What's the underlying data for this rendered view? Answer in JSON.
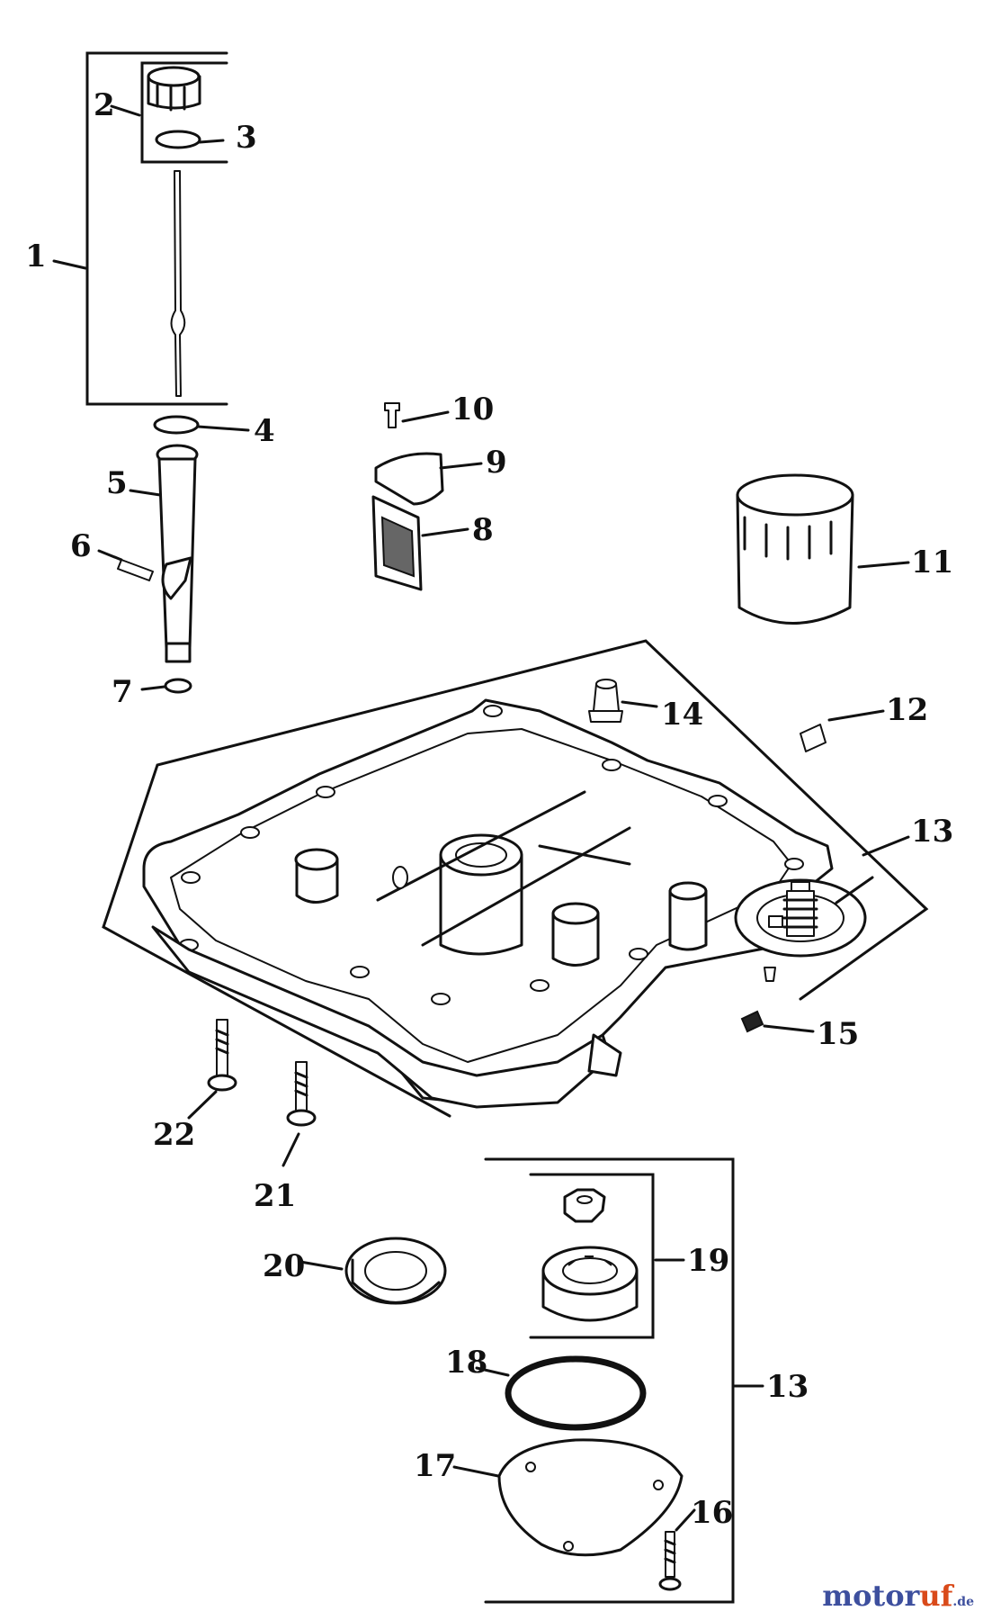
{
  "callouts": {
    "c1": "1",
    "c2": "2",
    "c3": "3",
    "c4": "4",
    "c5": "5",
    "c6": "6",
    "c7": "7",
    "c8": "8",
    "c9": "9",
    "c10": "10",
    "c11": "11",
    "c12": "12",
    "c13a": "13",
    "c13b": "13",
    "c14": "14",
    "c15": "15",
    "c16": "16",
    "c17": "17",
    "c18": "18",
    "c19": "19",
    "c20": "20",
    "c21": "21",
    "c22": "22"
  },
  "watermark": {
    "main": "motor",
    "accent": "uf",
    "suffix": ".de"
  },
  "colors": {
    "ink": "#111111",
    "watermark_blue": "#3d4f9e",
    "watermark_orange": "#d94a1a"
  }
}
